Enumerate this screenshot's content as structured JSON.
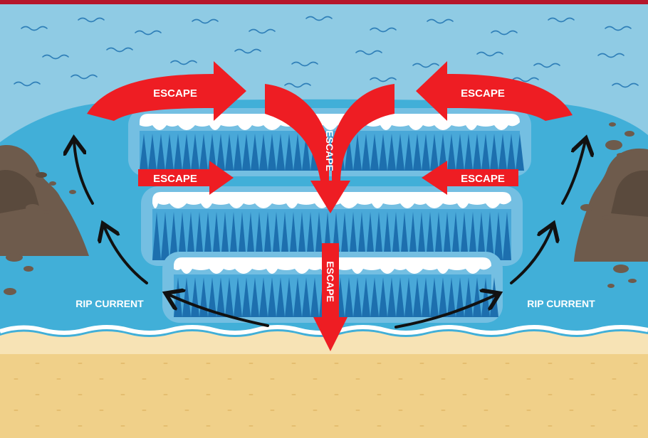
{
  "labels": {
    "escape_top_left": "ESCAPE",
    "escape_top_right": "ESCAPE",
    "escape_mid_left": "ESCAPE",
    "escape_mid_right": "ESCAPE",
    "escape_vertical_top": "ESCAPE",
    "escape_vertical_bottom": "ESCAPE",
    "rip_current_left": "RIP CURRENT",
    "rip_current_right": "RIP CURRENT"
  },
  "colors": {
    "top_bar": "#b5162b",
    "deep_water": "#8fcbe4",
    "shallow_water": "#41afd8",
    "foam": "#ffffff",
    "wave_dark": "#1d6fae",
    "wave_light": "#49a8d8",
    "sand": "#f0d089",
    "rocks": "#6e5b4c",
    "escape_arrow": "#ee1d23",
    "rip_arrow": "#111111"
  }
}
